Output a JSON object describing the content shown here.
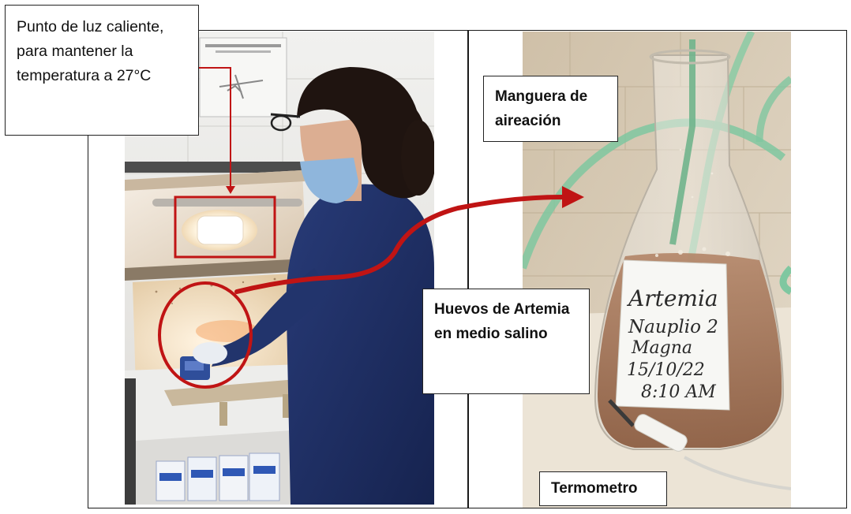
{
  "labels": {
    "heat_lamp": "Punto de luz caliente, para mantener la temperatura a 27°C",
    "aeration_hose": "Manguera de aireación",
    "eggs": "Huevos de Artemia en medio salino",
    "thermometer": "Termometro"
  },
  "flask_note": {
    "line1": "Artemia",
    "line2": "Nauplio 2",
    "line3": "Magna",
    "line4": "15/10/22",
    "line5": "8:10 AM"
  },
  "colors": {
    "annotation_red": "#c01414",
    "label_border": "#222222",
    "frame": "#1a1a1a"
  }
}
